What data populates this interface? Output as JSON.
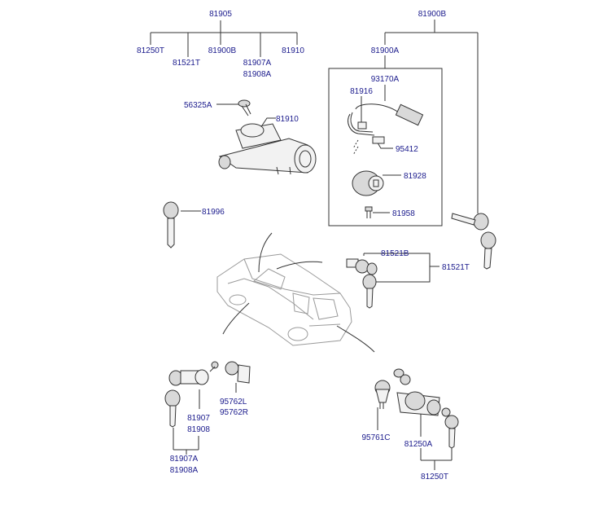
{
  "labels": {
    "81905": "81905",
    "81250T_top": "81250T",
    "81521T_top": "81521T",
    "81900B_top": "81900B",
    "81907A_top": "81907A",
    "81908A_top": "81908A",
    "81910_top": "81910",
    "81900B_right": "81900B",
    "81900A": "81900A",
    "93170A": "93170A",
    "81916": "81916",
    "95412": "95412",
    "81928": "81928",
    "81958": "81958",
    "56325A": "56325A",
    "81910_mid": "81910",
    "81996": "81996",
    "81521B": "81521B",
    "81521T_mid": "81521T",
    "95762L": "95762L",
    "95762R": "95762R",
    "81907": "81907",
    "81908": "81908",
    "81907A_bot": "81907A",
    "81908A_bot": "81908A",
    "95761C": "95761C",
    "81250A": "81250A",
    "81250T_bot": "81250T"
  },
  "colors": {
    "label_text": "#1a1a8c",
    "leader_lines": "#333333",
    "arrows": "#e01818",
    "vehicle_outline": "#9a9a9a"
  }
}
